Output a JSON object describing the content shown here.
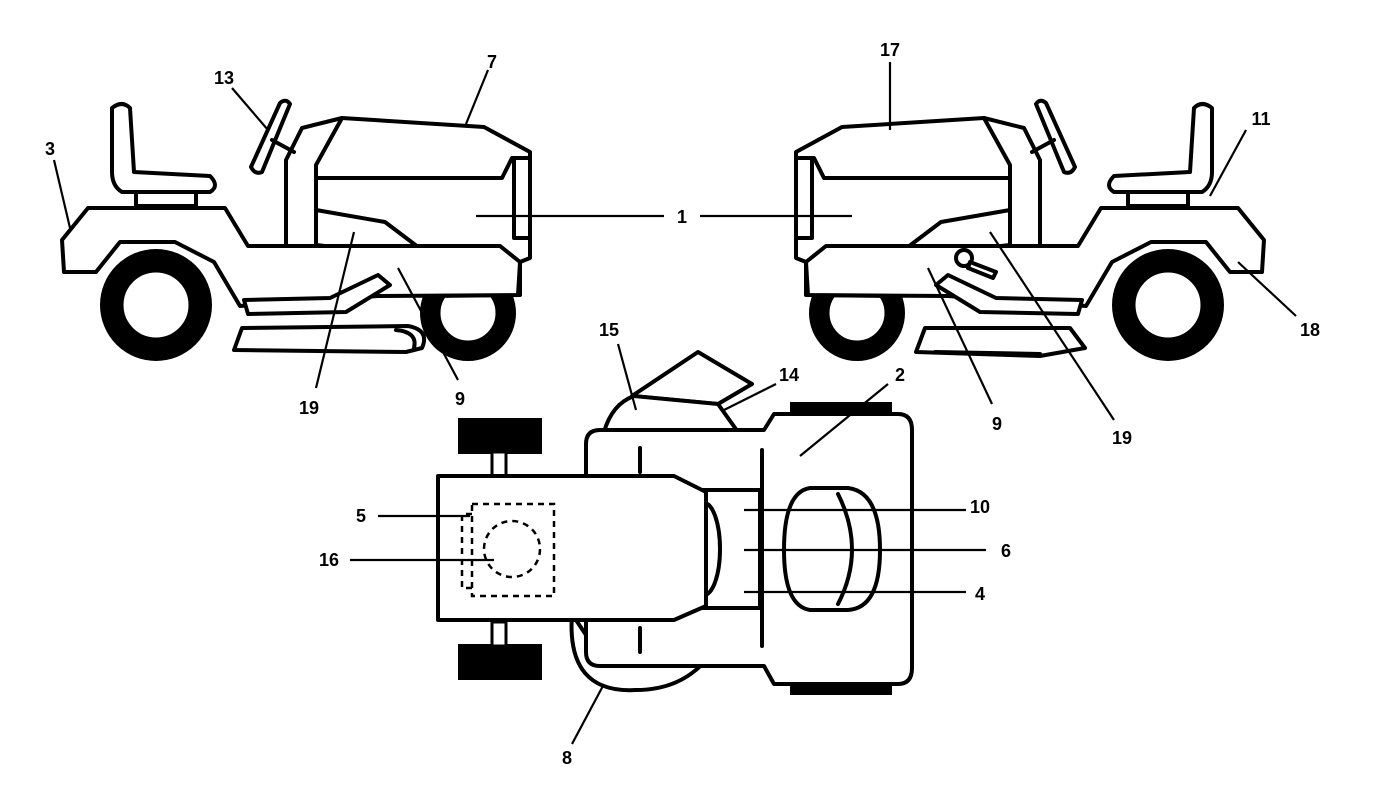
{
  "callouts": {
    "c1": "1",
    "c2": "2",
    "c3": "3",
    "c4": "4",
    "c5": "5",
    "c6": "6",
    "c7": "7",
    "c8": "8",
    "c9a": "9",
    "c9b": "9",
    "c10": "10",
    "c11": "11",
    "c13": "13",
    "c14": "14",
    "c15": "15",
    "c16": "16",
    "c17": "17",
    "c18": "18",
    "c19a": "19",
    "c19b": "19"
  }
}
